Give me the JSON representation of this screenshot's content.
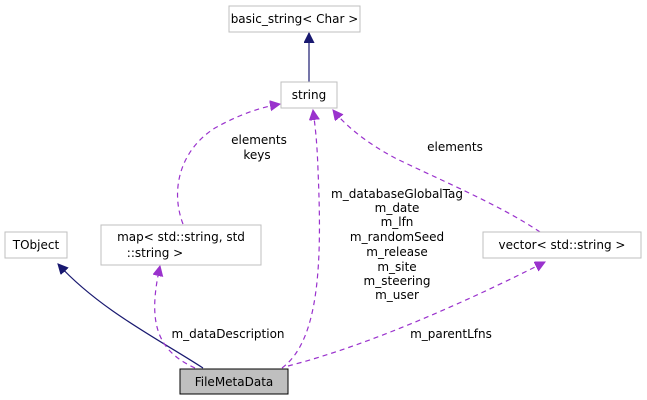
{
  "diagram": {
    "nodes": {
      "basic_string": "basic_string< Char >",
      "string": "string",
      "tobject": "TObject",
      "map_line1": "map< std::string, std",
      "map_line2": "::string >",
      "vector": "vector< std::string >",
      "filemetadata": "FileMetaData"
    },
    "edge_labels": {
      "map_string_line1": "elements",
      "map_string_line2": "keys",
      "vector_string": "elements",
      "map_filemetadata": "m_dataDescription",
      "vector_filemetadata": "m_parentLfns",
      "string_filemetadata": [
        "m_databaseGlobalTag",
        "m_date",
        "m_lfn",
        "m_randomSeed",
        "m_release",
        "m_site",
        "m_steering",
        "m_user"
      ]
    },
    "colors": {
      "inheritance_edge": "#191970",
      "usage_edge": "#9a32cd",
      "node_border": "#bfbfbf",
      "highlighted_node_fill": "#bfbfbf",
      "highlighted_node_border": "#000000"
    }
  }
}
